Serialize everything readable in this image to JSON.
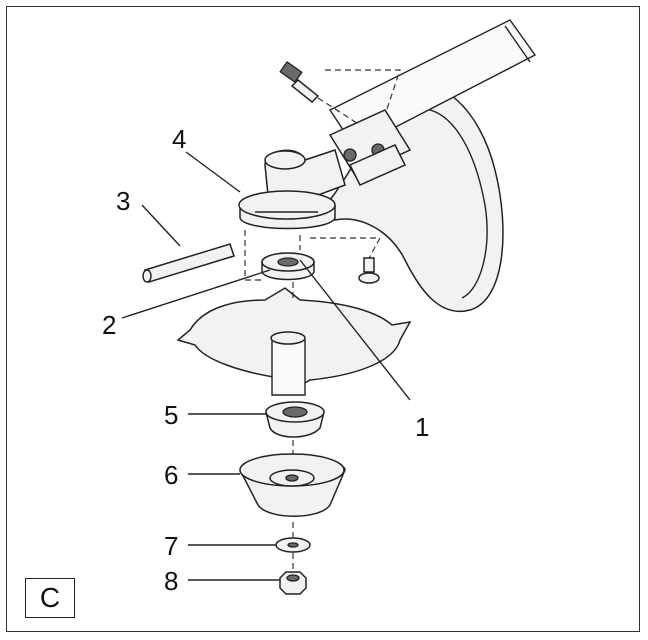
{
  "figure": {
    "panel_label": "C",
    "callouts": [
      "1",
      "2",
      "3",
      "4",
      "5",
      "6",
      "7",
      "8"
    ]
  },
  "colors": {
    "ink": "#222222",
    "background": "#ffffff",
    "shade": "#6a6a6a"
  }
}
